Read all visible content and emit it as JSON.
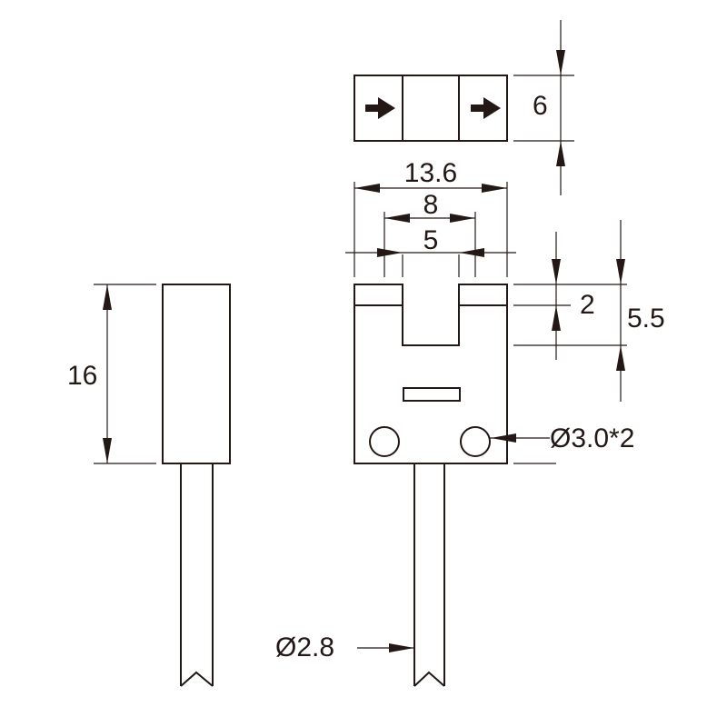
{
  "dimensions": {
    "top_height": "6",
    "width_overall": "13.6",
    "slot_outer": "8",
    "slot_inner": "5",
    "slot_depth": "2",
    "groove_depth": "5.5",
    "body_height": "16",
    "hole_diameter": "Ø3.0*2",
    "cable_diameter": "Ø2.8"
  },
  "colors": {
    "line": "#231815",
    "background": "#ffffff"
  },
  "icons": {
    "direction_arrow": "arrow-right-icon"
  }
}
